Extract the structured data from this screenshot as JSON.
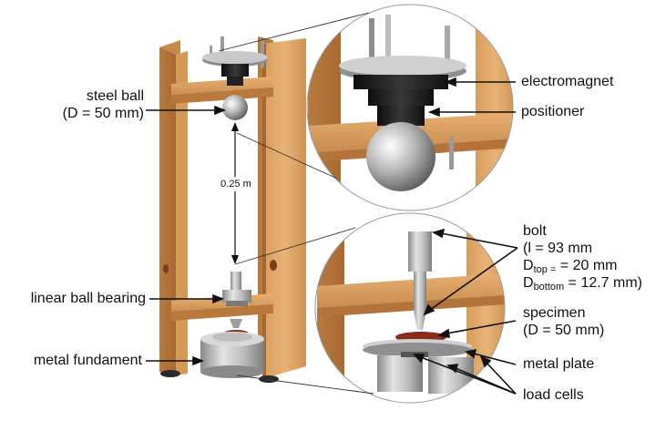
{
  "labels": {
    "steel_ball": "steel ball",
    "steel_ball_dim": "(D = 50 mm)",
    "drop_height": "0.25 m",
    "linear_ball_bearing": "linear ball bearing",
    "metal_fundament": "metal fundament",
    "electromagnet": "electromagnet",
    "positioner": "positioner",
    "bolt": "bolt",
    "bolt_length": "(l = 93 mm",
    "bolt_d_sym_top": "D",
    "bolt_d_sub_top": "top =",
    "bolt_d_val_top": " = 20 mm",
    "bolt_d_sym_bottom": "D",
    "bolt_d_sub_bottom": "bottom",
    "bolt_d_val_bottom": " = 12.7 mm)",
    "specimen": "specimen",
    "specimen_dim": "(D = 50 mm)",
    "metal_plate": "metal plate",
    "load_cells": "load cells"
  },
  "colors": {
    "wood_light": "#e0a968",
    "wood_mid": "#c98a4b",
    "wood_dark": "#9e6330",
    "steel_light": "#e6e6e6",
    "steel_mid": "#b4b4b4",
    "steel_dark": "#6e6e6e",
    "magnet_black": "#1c1c1c",
    "specimen_red": "#8a2b1e",
    "annotation_line": "#111111"
  }
}
